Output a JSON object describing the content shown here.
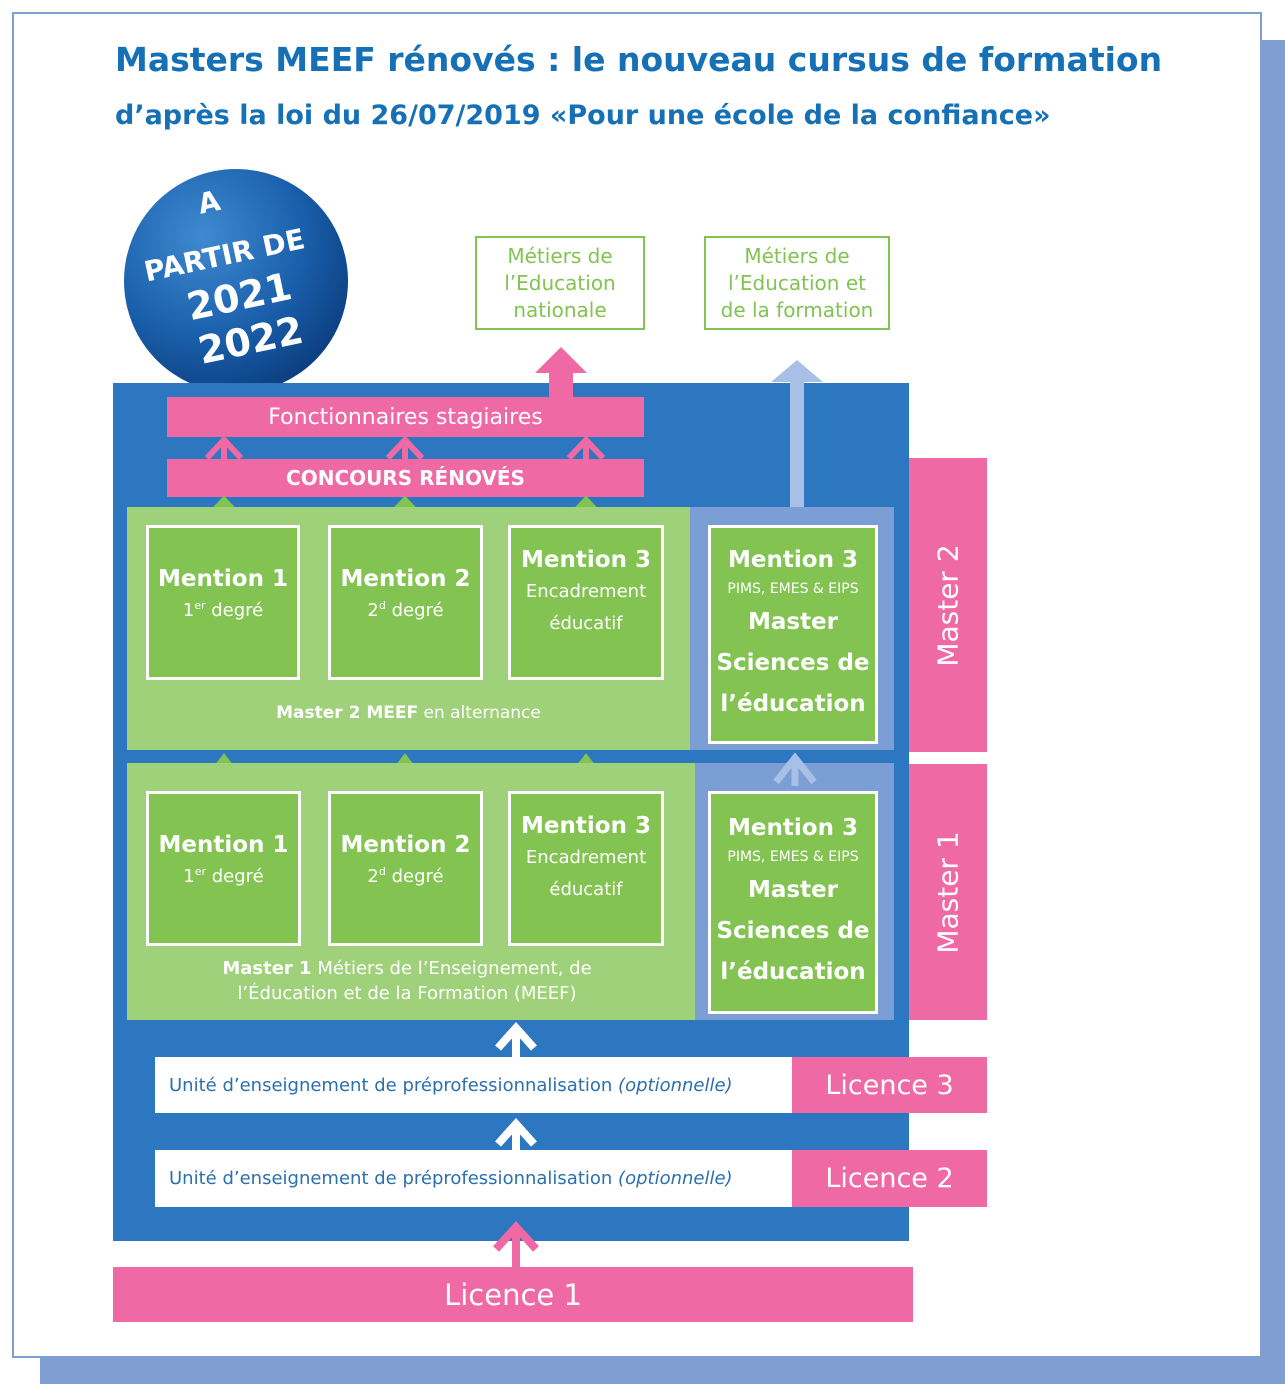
{
  "title": "Masters MEEF rénovés : le nouveau cursus de formation",
  "subtitle": "d’après la loi du 26/07/2019 «Pour une école de la confiance»",
  "badge": {
    "line1": "A",
    "line2": "PARTIR DE",
    "line3": "2021",
    "line4": "2022"
  },
  "metiers": [
    {
      "line1": "Métiers de",
      "line2": "l’Education",
      "line3": "nationale"
    },
    {
      "line1": "Métiers de",
      "line2": "l’Education et",
      "line3": "de la formation"
    }
  ],
  "fonctionnaires": "Fonctionnaires stagiaires",
  "concours": "CONCOURS RÉNOVÉS",
  "master2": {
    "side_label": "Master 2",
    "label_bold": "Master  2 MEEF",
    "label_rest": " en alternance",
    "mentions": [
      {
        "title": "Mention 1",
        "sub_pre": "1",
        "sub_sup": "er",
        "sub_post": " degré"
      },
      {
        "title": "Mention 2",
        "sub_pre": "2",
        "sub_sup": "d",
        "sub_post": " degré"
      },
      {
        "title": "Mention 3",
        "sub1": "Encadrement",
        "sub2": "éducatif"
      }
    ],
    "sciences": {
      "title": "Mention 3",
      "small": "PIMS, EMES & EIPS",
      "big1": "Master",
      "big2": "Sciences de",
      "big3": "l’éducation"
    }
  },
  "master1": {
    "side_label": "Master 1",
    "label_bold": "Master 1",
    "label_rest": " Métiers de l’Enseignement, de",
    "label_line2": "l’Éducation et de la Formation (MEEF)",
    "mentions": [
      {
        "title": "Mention 1",
        "sub_pre": "1",
        "sub_sup": "er",
        "sub_post": " degré"
      },
      {
        "title": "Mention 2",
        "sub_pre": "2",
        "sub_sup": "d",
        "sub_post": " degré"
      },
      {
        "title": "Mention 3",
        "sub1": "Encadrement",
        "sub2": "éducatif"
      }
    ],
    "sciences": {
      "title": "Mention 3",
      "small": "PIMS, EMES & EIPS",
      "big1": "Master",
      "big2": "Sciences de",
      "big3": "l’éducation"
    }
  },
  "licence3": {
    "ue": "Unité d’enseignement de préprofessionnalisation ",
    "ue_italic": "(optionnelle)",
    "label": "Licence 3"
  },
  "licence2": {
    "ue": "Unité d’enseignement de préprofessionnalisation ",
    "ue_italic": "(optionnelle)",
    "label": "Licence 2"
  },
  "licence1": "Licence 1",
  "colors": {
    "blue": "#2c77c0",
    "title_blue": "#1570b5",
    "pink": "#ef6aa4",
    "green": "#82c352",
    "light_green": "#9fd07a",
    "lavender": "#7b9fd4",
    "frame": "#7f9fd3"
  }
}
